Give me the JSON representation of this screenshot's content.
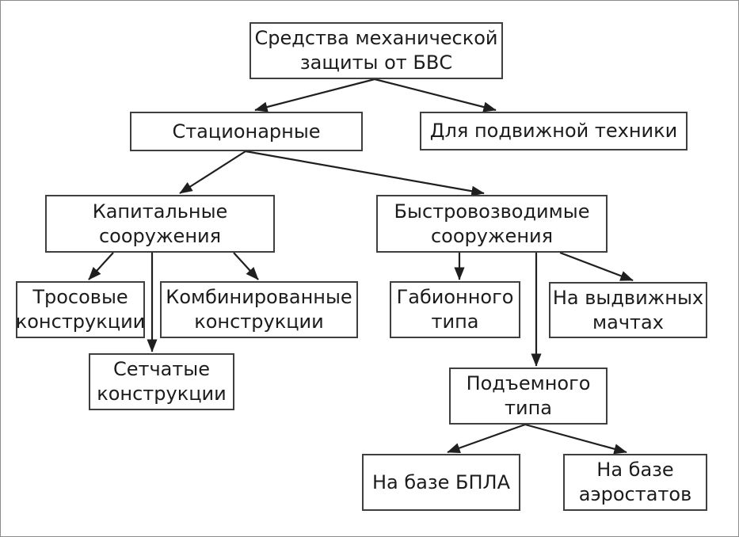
{
  "diagram": {
    "nodes": {
      "root": {
        "lines": [
          "Средства механической",
          "защиты от БВС"
        ]
      },
      "stationary": {
        "lines": [
          "Стационарные"
        ]
      },
      "mobile": {
        "lines": [
          "Для подвижной техники"
        ]
      },
      "capital": {
        "lines": [
          "Капитальные",
          "сооружения"
        ]
      },
      "quick_build": {
        "lines": [
          "Быстровозводимые",
          "сооружения"
        ]
      },
      "cable": {
        "lines": [
          "Тросовые",
          "конструкции"
        ]
      },
      "combined": {
        "lines": [
          "Комбинированные",
          "конструкции"
        ]
      },
      "mesh": {
        "lines": [
          "Сетчатые",
          "конструкции"
        ]
      },
      "gabion": {
        "lines": [
          "Габионного",
          "типа"
        ]
      },
      "masts": {
        "lines": [
          "На выдвижных",
          "мачтах"
        ]
      },
      "lifting": {
        "lines": [
          "Подъемного",
          "типа"
        ]
      },
      "uav": {
        "lines": [
          "На базе БПЛА"
        ]
      },
      "aerostat": {
        "lines": [
          "На базе",
          "аэростатов"
        ]
      }
    },
    "edges": [
      {
        "from": "root",
        "to": "stationary"
      },
      {
        "from": "root",
        "to": "mobile"
      },
      {
        "from": "stationary",
        "to": "capital"
      },
      {
        "from": "stationary",
        "to": "quick_build"
      },
      {
        "from": "capital",
        "to": "cable"
      },
      {
        "from": "capital",
        "to": "mesh"
      },
      {
        "from": "capital",
        "to": "combined"
      },
      {
        "from": "quick_build",
        "to": "gabion"
      },
      {
        "from": "quick_build",
        "to": "lifting"
      },
      {
        "from": "quick_build",
        "to": "masts"
      },
      {
        "from": "lifting",
        "to": "uav"
      },
      {
        "from": "lifting",
        "to": "aerostat"
      }
    ],
    "colors": {
      "box_border": "#3f3f3f",
      "box_fill": "#ffffff",
      "text": "#1c1c1c",
      "connector": "#1f1f1f",
      "frame": "#8c8c8c",
      "background": "#ffffff"
    }
  }
}
